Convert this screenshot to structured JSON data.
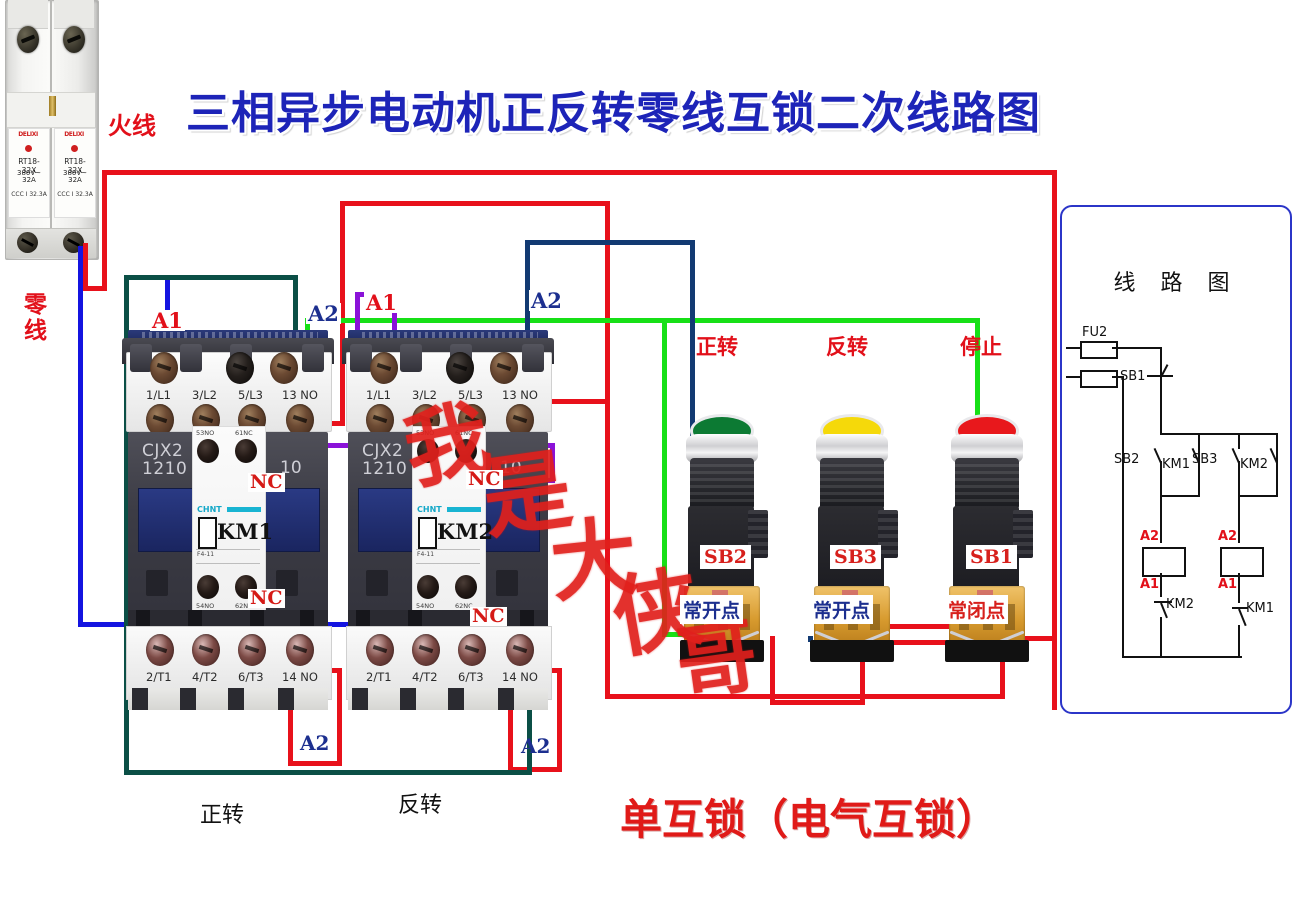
{
  "title": "三相异步电动机正反转零线互锁二次线路图",
  "caption": "单互锁（电气互锁）",
  "watermark": {
    "chars": [
      "我",
      "是",
      "大",
      "侠",
      "哥"
    ],
    "text": "我是大侠哥"
  },
  "colors": {
    "title_blue": "#1d24b8",
    "caption_red": "#e01a18",
    "wire_live_red": "#e8111b",
    "wire_neutral_blue": "#1414e0",
    "wire_a1_km1_teal": "#0b4f46",
    "wire_a2_green": "#17e017",
    "wire_a2_navy": "#123a72",
    "wire_a1_km2_purple": "#8a12d8",
    "label_red": "#e2101a",
    "label_blue": "#1c2f8f",
    "schematic_border": "#2b35c8"
  },
  "supply": {
    "fuse_holder": {
      "brand": "DELIXI",
      "model": "RT18-32X",
      "rating_voltage": "380V~",
      "rating_current": "32A",
      "cert": "CCC I 32.3A",
      "poles": 2
    },
    "live_label": "火线",
    "neutral_label": "零线"
  },
  "contactors": [
    {
      "name": "KM1",
      "model_line1": "CJX2",
      "model_line2": "1210",
      "side_number": "10",
      "brand": "CHNT",
      "aux_code": "F4-11",
      "role_label": "正转",
      "terminals_top": [
        "1/L1",
        "3/L2",
        "5/L3",
        "13 NO"
      ],
      "terminals_bottom": [
        "2/T1",
        "4/T2",
        "6/T3",
        "14 NO"
      ],
      "aux_top": [
        "53NO",
        "61NC"
      ],
      "aux_bottom": [
        "54NO",
        "62NC"
      ],
      "coil_terminal_a1": "A1",
      "coil_terminal_a2": "A2",
      "nc_tag_upper": "NC",
      "nc_tag_lower": "NC",
      "a2_bottom_label": "A2"
    },
    {
      "name": "KM2",
      "model_line1": "CJX2",
      "model_line2": "1210",
      "side_number": "10",
      "brand": "CHNT",
      "aux_code": "F4-11",
      "role_label": "反转",
      "terminals_top": [
        "1/L1",
        "3/L2",
        "5/L3",
        "13 NO"
      ],
      "terminals_bottom": [
        "2/T1",
        "4/T2",
        "6/T3",
        "14 NO"
      ],
      "aux_top": [
        "53NO",
        "61NC"
      ],
      "aux_bottom": [
        "54NO",
        "62NC"
      ],
      "coil_terminal_a1": "A1",
      "coil_terminal_a2": "A2",
      "nc_tag_upper": "NC",
      "nc_tag_lower": "NC",
      "a2_bottom_label": "A2"
    }
  ],
  "buttons": [
    {
      "function_label": "正转",
      "tag": "SB2",
      "contact_type": "常开点",
      "contact_type_color": "#1c2f8f",
      "cap_color": "#0c7a33"
    },
    {
      "function_label": "反转",
      "tag": "SB3",
      "contact_type": "常开点",
      "contact_type_color": "#1c2f8f",
      "cap_color": "#f5d90a"
    },
    {
      "function_label": "停止",
      "tag": "SB1",
      "contact_type": "常闭点",
      "contact_type_color": "#d7201c",
      "cap_color": "#e8181c"
    }
  ],
  "schematic": {
    "title": "线 路 图",
    "fuse_label": "FU2",
    "stop_label": "SB1",
    "start_fwd_label": "SB2",
    "start_rev_label": "SB3",
    "hold_contact_left": "KM1",
    "hold_contact_right": "KM2",
    "coil_left": {
      "top": "A2",
      "bottom": "A1"
    },
    "coil_right": {
      "top": "A2",
      "bottom": "A1"
    },
    "interlock_left": "KM2",
    "interlock_right": "KM1"
  }
}
